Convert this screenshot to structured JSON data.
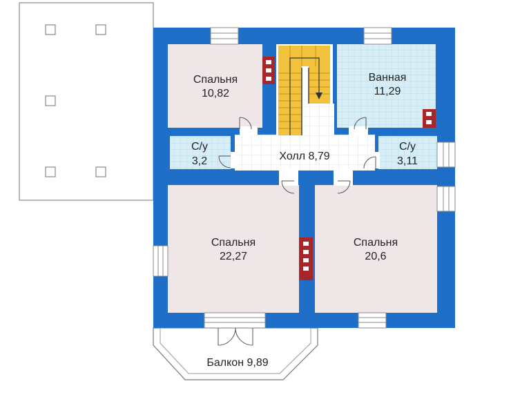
{
  "colors": {
    "wall": "#1f6fc8",
    "room": "#efe6e8",
    "tile": "#d8eef7",
    "tile_grid": "#b9dcec",
    "stair": "#f3c23d",
    "chimney": "#a8262a",
    "roof": "#ffffff",
    "roof_outline": "#888888",
    "window": "#ffffff"
  },
  "rooms": {
    "bedroom_small": {
      "name": "Спальня",
      "area": "10,82"
    },
    "bathroom": {
      "name": "Ванная",
      "area": "11,29"
    },
    "wc_left": {
      "name": "С/у",
      "area": "3,2"
    },
    "wc_right": {
      "name": "С/у",
      "area": "3,11"
    },
    "hall": {
      "label": "Холл 8,79"
    },
    "bedroom_left": {
      "name": "Спальня",
      "area": "22,27"
    },
    "bedroom_right": {
      "name": "Спальня",
      "area": "20,6"
    },
    "balcony": {
      "label": "Балкон 9,89"
    }
  }
}
